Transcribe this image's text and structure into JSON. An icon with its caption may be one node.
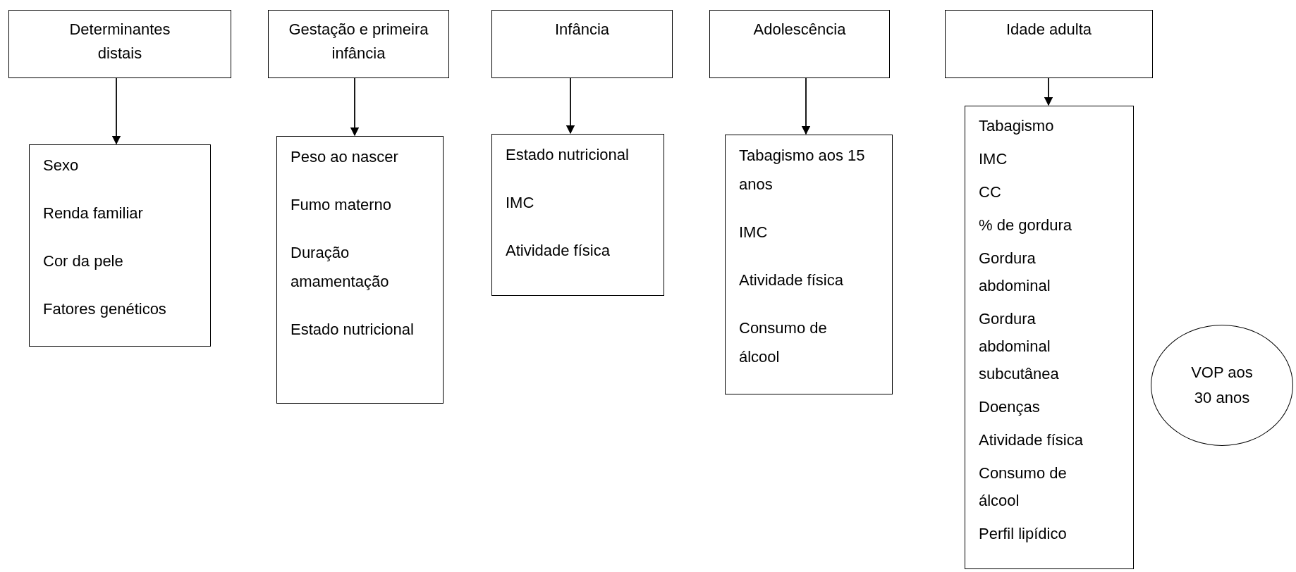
{
  "diagram": {
    "nodes": [
      {
        "text": [
          "Determinantes distais"
        ]
      },
      {
        "text": [
          "Gestação e primeira infância"
        ]
      },
      {
        "text": [
          "Infância"
        ]
      },
      {
        "text": [
          "Adolescência"
        ]
      },
      {
        "text": [
          "Idade adulta"
        ]
      },
      {
        "text": [
          "Sexo",
          "Renda familiar",
          "Cor da pele",
          "Fatores genéticos"
        ]
      },
      {
        "text": [
          "Peso ao nascer",
          "Fumo materno",
          "Duração amamentação",
          "Estado nutricional"
        ]
      },
      {
        "text": [
          "Estado nutricional",
          "IMC",
          "Atividade física"
        ]
      },
      {
        "text": [
          "Tabagismo aos 15 anos",
          "IMC",
          "Atividade física",
          "Consumo de álcool"
        ]
      },
      {
        "text": [
          "Tabagismo",
          "IMC",
          "CC",
          "% de gordura",
          "Gordura abdominal",
          "Gordura abdominal subcutânea",
          "Doenças",
          "Atividade física",
          "Consumo de álcool",
          "Perfil lipídico"
        ]
      },
      {
        "text": [
          "VOP aos 30 anos"
        ]
      }
    ],
    "edges": [
      {
        "from": 0,
        "to": 5,
        "arrow": "to"
      },
      {
        "from": 1,
        "to": 6,
        "arrow": "to"
      },
      {
        "from": 2,
        "to": 7,
        "arrow": "to"
      },
      {
        "from": 3,
        "to": 8,
        "arrow": "to"
      },
      {
        "from": 4,
        "to": 9,
        "arrow": "to"
      }
    ]
  }
}
